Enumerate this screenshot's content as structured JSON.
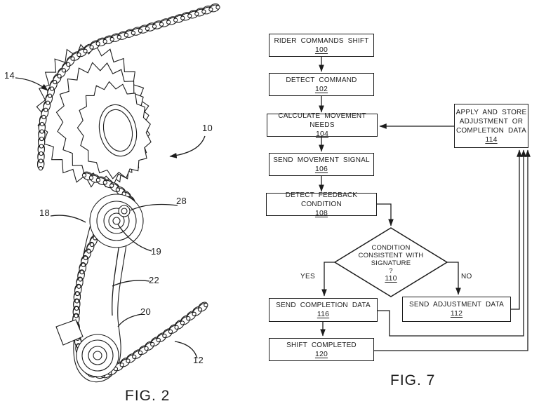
{
  "figure2": {
    "caption": "FIG. 2",
    "labels": {
      "l14": "14",
      "l10": "10",
      "l28": "28",
      "l18": "18",
      "l19": "19",
      "l22": "22",
      "l20": "20",
      "l12": "12"
    }
  },
  "flow": {
    "caption": "FIG. 7",
    "branch": {
      "yes": "YES",
      "no": "NO"
    },
    "nodes": [
      {
        "id": "100",
        "lines": [
          "RIDER COMMANDS SHIFT"
        ],
        "ref": "100"
      },
      {
        "id": "102",
        "lines": [
          "DETECT COMMAND"
        ],
        "ref": "102"
      },
      {
        "id": "104",
        "lines": [
          "CALCULATE MOVEMENT NEEDS"
        ],
        "ref": "104"
      },
      {
        "id": "106",
        "lines": [
          "SEND MOVEMENT SIGNAL"
        ],
        "ref": "106"
      },
      {
        "id": "108",
        "lines": [
          "DETECT FEEDBACK CONDITION"
        ],
        "ref": "108"
      },
      {
        "id": "110",
        "lines": [
          "CONDITION",
          "CONSISTENT WITH",
          "SIGNATURE",
          "?"
        ],
        "ref": "110",
        "shape": "diamond"
      },
      {
        "id": "112",
        "lines": [
          "SEND ADJUSTMENT DATA"
        ],
        "ref": "112"
      },
      {
        "id": "114",
        "lines": [
          "APPLY AND STORE",
          "ADJUSTMENT OR",
          "COMPLETION DATA"
        ],
        "ref": "114"
      },
      {
        "id": "116",
        "lines": [
          "SEND COMPLETION DATA"
        ],
        "ref": "116"
      },
      {
        "id": "120",
        "lines": [
          "SHIFT COMPLETED"
        ],
        "ref": "120"
      }
    ],
    "colors": {
      "ink": "#1c1c1c",
      "paper": "#ffffff"
    }
  }
}
